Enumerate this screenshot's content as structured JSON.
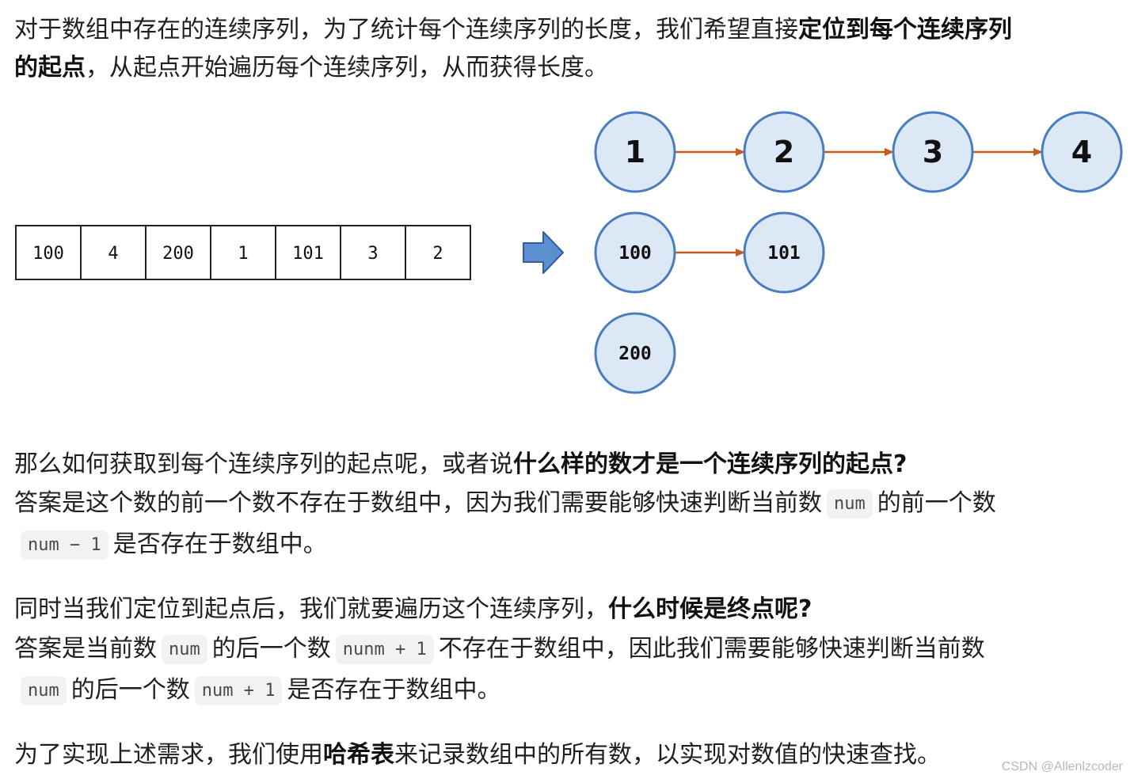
{
  "intro": {
    "part1": "对于数组中存在的连续序列，为了统计每个连续序列的长度，我们希望直接",
    "bold1": "定位到每个连续序列",
    "bold2": "的起点",
    "part2": "，从起点开始遍历每个连续序列，从而获得长度。"
  },
  "diagram": {
    "array": [
      "100",
      "4",
      "200",
      "1",
      "101",
      "3",
      "2"
    ],
    "chains": [
      [
        "1",
        "2",
        "3",
        "4"
      ],
      [
        "100",
        "101"
      ],
      [
        "200"
      ]
    ],
    "colors": {
      "node_fill": "#dde8f6",
      "node_stroke": "#4a7cc0",
      "edge": "#c25a1a",
      "arrow_fill": "#5b8fd0",
      "arrow_stroke": "#2f5f9c",
      "cell_stroke": "#222222"
    }
  },
  "section2": {
    "line1_text": "那么如何获取到每个连续序列的起点呢，或者说",
    "line1_bold": "什么样的数才是一个连续序列的起点?",
    "line2_text": "答案是这个数的前一个数不存在于数组中，因为我们需要能够快速判断当前数",
    "code_num": "num",
    "line2_tail": "的前一个数",
    "code_prev": "num − 1",
    "line3_tail": "是否存在于数组中。"
  },
  "section3": {
    "line1_text": "同时当我们定位到起点后，我们就要遍历这个连续序列，",
    "line1_bold": "什么时候是终点呢?",
    "line2_text": "答案是当前数",
    "code_num": "num",
    "line2_mid": "的后一个数",
    "code_nunm": "nunm + 1",
    "line2_tail": "不存在于数组中，因此我们需要能够快速判断当前数",
    "code_num2": "num",
    "line3_mid": "的后一个数",
    "code_next": "num + 1",
    "line3_tail": "是否存在于数组中。"
  },
  "section4": {
    "text1": "为了实现上述需求，我们使用",
    "bold": "哈希表",
    "text2": "来记录数组中的所有数，以实现对数值的快速查找。"
  },
  "watermark": "CSDN @Allenlzcoder"
}
